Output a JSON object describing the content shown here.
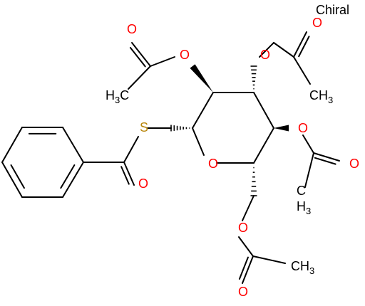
{
  "chiral_label": "Chiral",
  "atoms": [
    {
      "id": "O1",
      "symbol": "O",
      "text": "O",
      "color": "#ff0000"
    },
    {
      "id": "O2",
      "symbol": "O",
      "text": "O",
      "color": "#ff0000"
    },
    {
      "id": "O3",
      "symbol": "O",
      "text": "O",
      "color": "#ff0000"
    },
    {
      "id": "O4",
      "symbol": "O",
      "text": "O",
      "color": "#ff0000"
    },
    {
      "id": "O5",
      "symbol": "O",
      "text": "O",
      "color": "#ff0000"
    },
    {
      "id": "O6",
      "symbol": "O",
      "text": "O",
      "color": "#ff0000"
    },
    {
      "id": "O7",
      "symbol": "O",
      "text": "O",
      "color": "#ff0000"
    },
    {
      "id": "O8",
      "symbol": "O",
      "text": "O",
      "color": "#ff0000"
    },
    {
      "id": "O9",
      "symbol": "O",
      "text": "O",
      "color": "#ff0000"
    },
    {
      "id": "O10",
      "symbol": "O",
      "text": "O",
      "color": "#ff0000"
    },
    {
      "id": "O11",
      "symbol": "O",
      "text": "O",
      "color": "#ff0000"
    },
    {
      "id": "S1",
      "symbol": "S",
      "text": "S",
      "color": "#b8860b"
    },
    {
      "id": "M1",
      "symbol": "CH3",
      "text": "H",
      "sub": "3",
      "prefix": "C",
      "color": "#000000"
    },
    {
      "id": "M2",
      "symbol": "CH3",
      "text": "CH",
      "sub": "3",
      "color": "#000000"
    },
    {
      "id": "M3",
      "symbol": "CH3",
      "text": "CH",
      "sub": "3",
      "color": "#000000"
    },
    {
      "id": "M4",
      "symbol": "CH3",
      "text": "CH",
      "sub": "3",
      "color": "#000000"
    }
  ]
}
